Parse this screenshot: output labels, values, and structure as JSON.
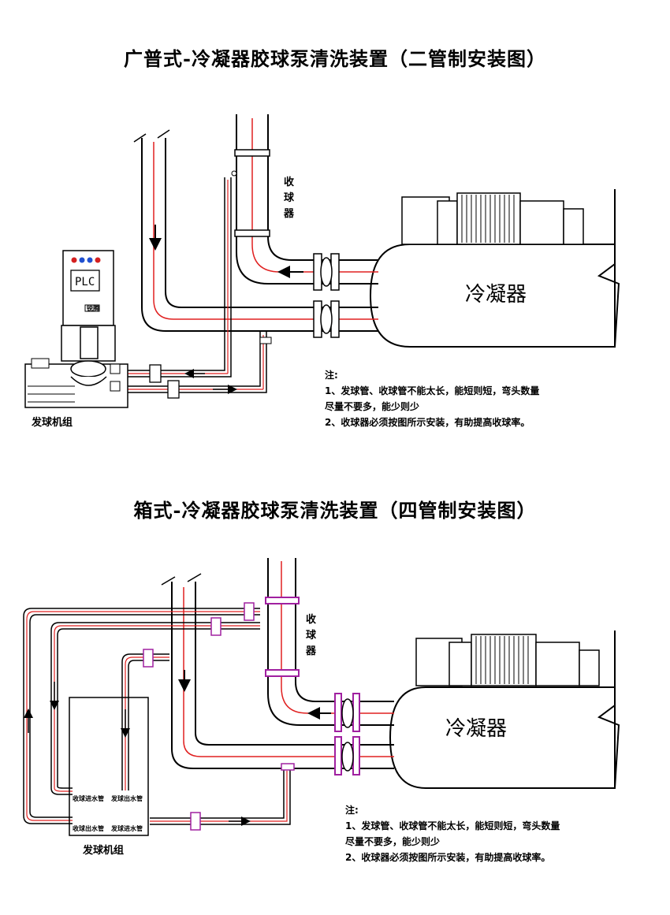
{
  "diagram1": {
    "title": "广普式-冷凝器胶球泵清洗装置（二管制安装图）",
    "collector_label": [
      "收",
      "球",
      "器"
    ],
    "condenser_label": "冷凝器",
    "plc_label": "PLC",
    "plc_button_label": "锐腾",
    "unit_label": "发球机组",
    "note": {
      "heading": "注:",
      "line1": "1、发球管、收球管不能太长，能短则短，弯头数量",
      "line2": "尽量不要多，能少则少",
      "line3": "2、收球器必须按图所示安装，有助提高收球率。"
    },
    "indicator_colors": [
      "#d42020",
      "#2050d0",
      "#2050d0",
      "#d42020"
    ]
  },
  "diagram2": {
    "title": "箱式-冷凝器胶球泵清洗装置（四管制安装图）",
    "collector_label": [
      "收",
      "球",
      "器"
    ],
    "condenser_label": "冷凝器",
    "unit_label": "发球机组",
    "pipe_labels": {
      "top_left": "收球进水管",
      "top_right": "发球出水管",
      "bottom_left": "收球出水管",
      "bottom_right": "发球进水管"
    },
    "note": {
      "heading": "注:",
      "line1": "1、发球管、收球管不能太长，能短则短，弯头数量",
      "line2": "尽量不要多，能少则少",
      "line3": "2、收球器必须按图所示安装，有助提高收球率。"
    }
  },
  "colors": {
    "pipe_stroke": "#000000",
    "pipe_core": "#e02020",
    "flange_accent": "#a020a0",
    "arrow": "#000000"
  }
}
